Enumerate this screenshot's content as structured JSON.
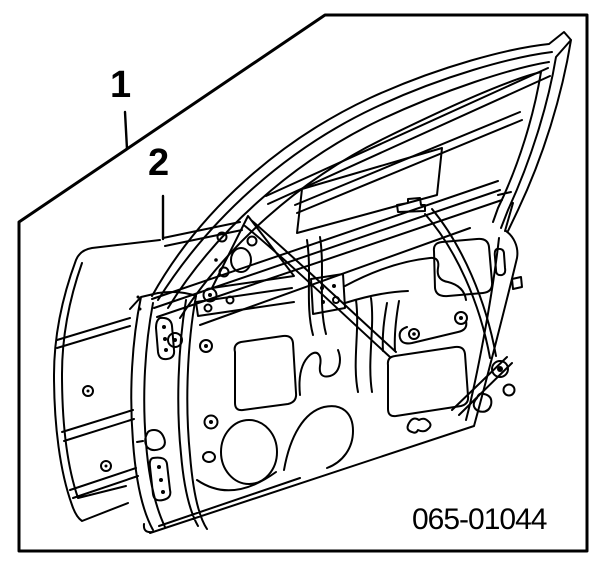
{
  "figure": {
    "background_color": "#ffffff",
    "line_color": "#000000",
    "callouts": [
      {
        "label": "1"
      },
      {
        "label": "2"
      }
    ],
    "part_number": "065-01044"
  }
}
